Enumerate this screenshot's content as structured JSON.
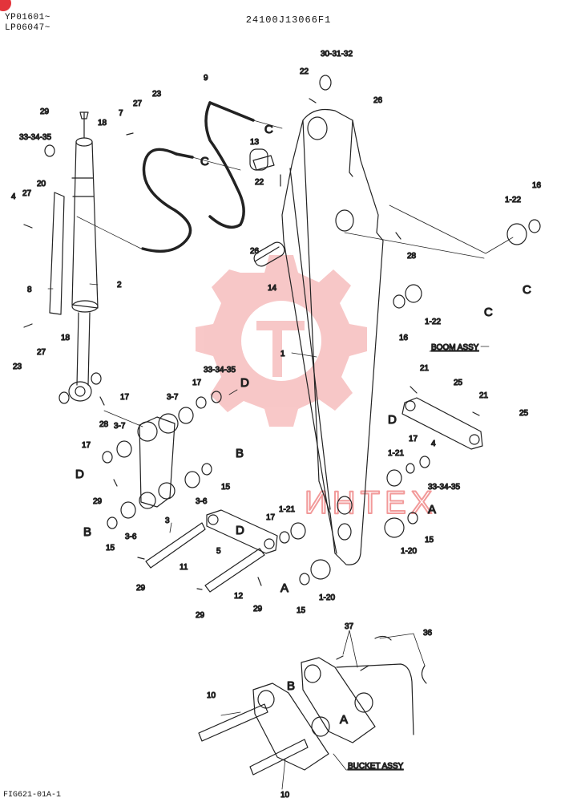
{
  "header": {
    "serial_lines": [
      "YP01601~",
      "LP06047~"
    ],
    "part_number": "24100J13066F1"
  },
  "footer": {
    "figure_code": "FIG621-01A-1"
  },
  "watermark": {
    "text": "ИНТЕХ",
    "color": "#f29a9a"
  },
  "assemblies": {
    "boom": "BOOM ASSY",
    "bucket": "BUCKET ASSY"
  },
  "callouts": {
    "c_29_top": "29",
    "c_7": "7",
    "c_27_top": "27",
    "c_23_top": "23",
    "c_18_top": "18",
    "c_33_34_35_left": "33-34-35",
    "c_20": "20",
    "c_4_left": "4",
    "c_27_left": "27",
    "c_8": "8",
    "c_2": "2",
    "c_18_low": "18",
    "c_27_low": "27",
    "c_23_low": "23",
    "c_9": "9",
    "c_C_hose": "C",
    "c_C_13": "C",
    "c_13": "13",
    "c_22_mid": "22",
    "c_22_top": "22",
    "c_30_31_32": "30-31-32",
    "c_26_top": "26",
    "c_16_right": "16",
    "c_1_22_top": "1-22",
    "c_28_right": "28",
    "c_26_mid": "26",
    "c_14": "14",
    "c_C_right1": "C",
    "c_C_right2": "C",
    "c_1_22_low": "1-22",
    "c_16_low": "16",
    "c_1": "1",
    "c_21_a": "21",
    "c_25_a": "25",
    "c_21_b": "21",
    "c_25_b": "25",
    "c_D_right": "D",
    "c_17_right": "17",
    "c_4_right": "4",
    "c_1_21_right": "1-21",
    "c_33_34_35_right": "33-34-35",
    "c_17_a": "17",
    "c_33_34_35_mid": "33-34-35",
    "c_D_top": "D",
    "c_17_b": "17",
    "c_3_7_a": "3-7",
    "c_28_left": "28",
    "c_3_7_b": "3-7",
    "c_17_c": "17",
    "c_D_left": "D",
    "c_29_left": "29",
    "c_B_mid": "B",
    "c_15_a": "15",
    "c_3_6_a": "3-6",
    "c_3": "3",
    "c_B_left": "B",
    "c_15_b": "15",
    "c_3_6_b": "3-6",
    "c_D_link": "D",
    "c_17_d": "17",
    "c_1_21_mid": "1-21",
    "c_5": "5",
    "c_11": "11",
    "c_29_b": "29",
    "c_12": "12",
    "c_29_c": "29",
    "c_29_d": "29",
    "c_A_mid": "A",
    "c_15_c": "15",
    "c_1_20_a": "1-20",
    "c_A_right": "A",
    "c_15_d": "15",
    "c_1_20_b": "1-20",
    "c_37": "37",
    "c_36": "36",
    "c_B_bucket": "B",
    "c_A_bucket": "A",
    "c_10_a": "10",
    "c_10_b": "10"
  }
}
